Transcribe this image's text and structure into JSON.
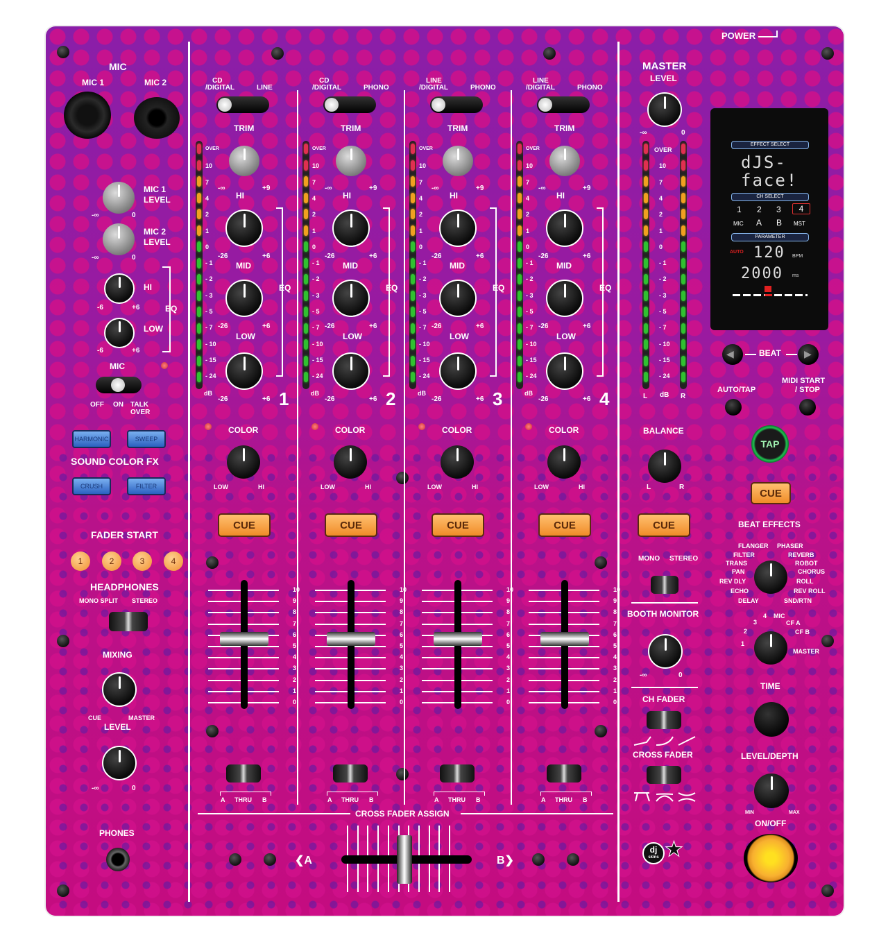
{
  "power_label": "POWER",
  "mic": {
    "title": "MIC",
    "mic1": "MIC 1",
    "mic2": "MIC 2",
    "mic1_level": "MIC 1\nLEVEL",
    "mic1_level_l1": "MIC 1",
    "mic1_level_l2": "LEVEL",
    "mic2_level_l1": "MIC 2",
    "mic2_level_l2": "LEVEL",
    "min": "-∞",
    "max": "0",
    "hi": "HI",
    "low": "LOW",
    "eq": "EQ",
    "eq_min": "-6",
    "eq_max": "+6",
    "switch_label": "MIC",
    "off": "OFF",
    "on": "ON",
    "talk_over_l1": "TALK",
    "talk_over_l2": "OVER"
  },
  "sound_color_fx": {
    "title": "SOUND COLOR FX",
    "buttons": [
      "HARMONIC",
      "SWEEP",
      "CRUSH",
      "FILTER"
    ]
  },
  "fader_start": {
    "title": "FADER START",
    "buttons": [
      "1",
      "2",
      "3",
      "4"
    ]
  },
  "headphones": {
    "title": "HEADPHONES",
    "mono_split": "MONO SPLIT",
    "stereo": "STEREO",
    "mixing": "MIXING",
    "cue": "CUE",
    "master": "MASTER",
    "level": "LEVEL",
    "min": "-∞",
    "max": "0",
    "phones": "PHONES"
  },
  "channels": [
    {
      "number": "1",
      "input_a_l1": "CD",
      "input_a_l2": "/DIGITAL",
      "input_b": "LINE"
    },
    {
      "number": "2",
      "input_a_l1": "CD",
      "input_a_l2": "/DIGITAL",
      "input_b": "PHONO"
    },
    {
      "number": "3",
      "input_a_l1": "LINE",
      "input_a_l2": "/DIGITAL",
      "input_b": "PHONO"
    },
    {
      "number": "4",
      "input_a_l1": "LINE",
      "input_a_l2": "/DIGITAL",
      "input_b": "PHONO"
    }
  ],
  "channel_common": {
    "trim": "TRIM",
    "trim_min": "-∞",
    "trim_max": "+9",
    "hi": "HI",
    "mid": "MID",
    "low": "LOW",
    "eq": "EQ",
    "eq_min": "-26",
    "eq_max": "+6",
    "color": "COLOR",
    "color_low": "LOW",
    "color_hi": "HI",
    "cue": "CUE",
    "assign_a": "A",
    "assign_thru": "THRU",
    "assign_b": "B",
    "db": "dB"
  },
  "meter_scale": [
    "OVER",
    "10",
    "7",
    "4",
    "2",
    "1",
    "0",
    "- 1",
    "- 2",
    "- 3",
    "- 5",
    "- 7",
    "- 10",
    "- 15",
    "- 24"
  ],
  "fader_scale": [
    "10",
    "9",
    "8",
    "7",
    "6",
    "5",
    "4",
    "3",
    "2",
    "1",
    "0"
  ],
  "cross_fader": {
    "assign_title": "CROSS FADER ASSIGN",
    "a": "❮A",
    "b": "B❯"
  },
  "master": {
    "title": "MASTER",
    "level": "LEVEL",
    "min": "-∞",
    "max": "0",
    "l": "L",
    "r": "R",
    "db": "dB",
    "balance": "BALANCE",
    "bal_l": "L",
    "bal_r": "R",
    "cue": "CUE",
    "mono": "MONO",
    "stereo": "STEREO",
    "booth_monitor": "BOOTH MONITOR",
    "booth_min": "-∞",
    "booth_max": "0",
    "ch_fader": "CH FADER",
    "cross_fader": "CROSS FADER"
  },
  "display": {
    "effect_select": "EFFECT SELECT",
    "effect_line1": "dJS-",
    "effect_line2": "face!",
    "ch_select": "CH SELECT",
    "ch_row1": [
      "1",
      "2",
      "3",
      "4"
    ],
    "ch_row2": [
      "MIC",
      "A",
      "B",
      "MST"
    ],
    "ch_selected": "4",
    "parameter": "PARAMETER",
    "auto": "AUTO",
    "bpm_value": "120",
    "bpm_unit": "BPM",
    "ms_value": "2000",
    "ms_unit": "ms"
  },
  "beat_fx": {
    "beat": "BEAT",
    "auto_tap": "AUTO/TAP",
    "midi_l1": "MIDI START",
    "midi_l2": "/ STOP",
    "tap": "TAP",
    "cue": "CUE",
    "title": "BEAT EFFECTS",
    "effects_left": [
      "FLANGER",
      "FILTER",
      "TRANS",
      "PAN",
      "REV DLY",
      "ECHO",
      "DELAY"
    ],
    "effects_right": [
      "PHASER",
      "REVERB",
      "ROBOT",
      "CHORUS",
      "ROLL",
      "REV ROLL",
      "SND/RTN"
    ],
    "channel_select": [
      "1",
      "2",
      "3",
      "4",
      "MIC",
      "CF A",
      "CF B",
      "MASTER"
    ],
    "time": "TIME",
    "level_depth": "LEVEL/DEPTH",
    "min": "MIN",
    "max": "MAX",
    "on_off": "ON/OFF"
  },
  "logo": {
    "l1": "dj",
    "l2": "skins"
  },
  "colors": {
    "panel_top": "#8a1ea8",
    "panel_bottom": "#c40c80",
    "cue_orange": "#f08c28",
    "fx_blue": "#2a60c0",
    "tap_green": "#20c050",
    "onoff_yellow": "#ffd020"
  }
}
